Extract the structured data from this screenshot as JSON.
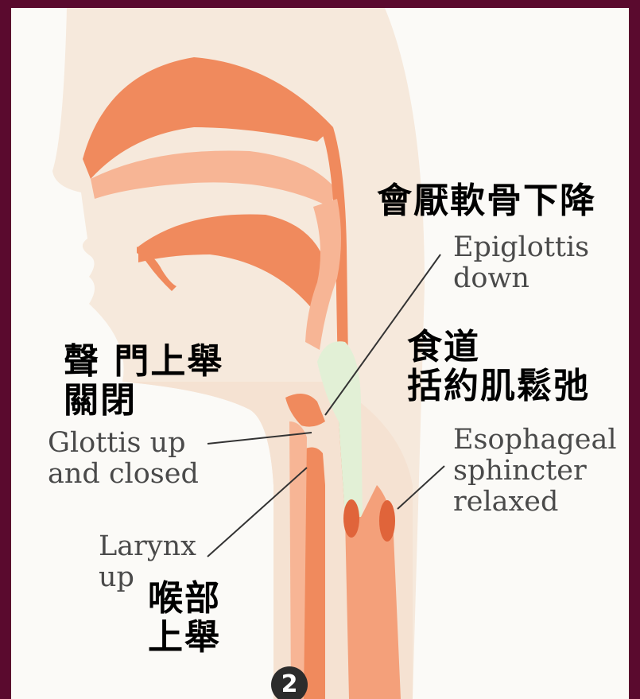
{
  "labels": {
    "epiglottis_zh": "會厭軟骨下降",
    "epiglottis_en": "Epiglottis\ndown",
    "esophagus_zh": "食道\n括約肌鬆弛",
    "esophagus_en": "Esophageal\nsphincter\nrelaxed",
    "glottis_zh": "聲 門上舉\n關閉",
    "glottis_en": "Glottis up\nand closed",
    "larynx_en": "Larynx\nup",
    "larynx_zh": "喉部\n上舉"
  },
  "step_number": "2",
  "colors": {
    "frame": "#5a0a2e",
    "tissue": "#f08a5d",
    "tissue_light": "#f7c8ad",
    "skin": "#f5e6d8",
    "bolus": "#e2f0d6"
  }
}
